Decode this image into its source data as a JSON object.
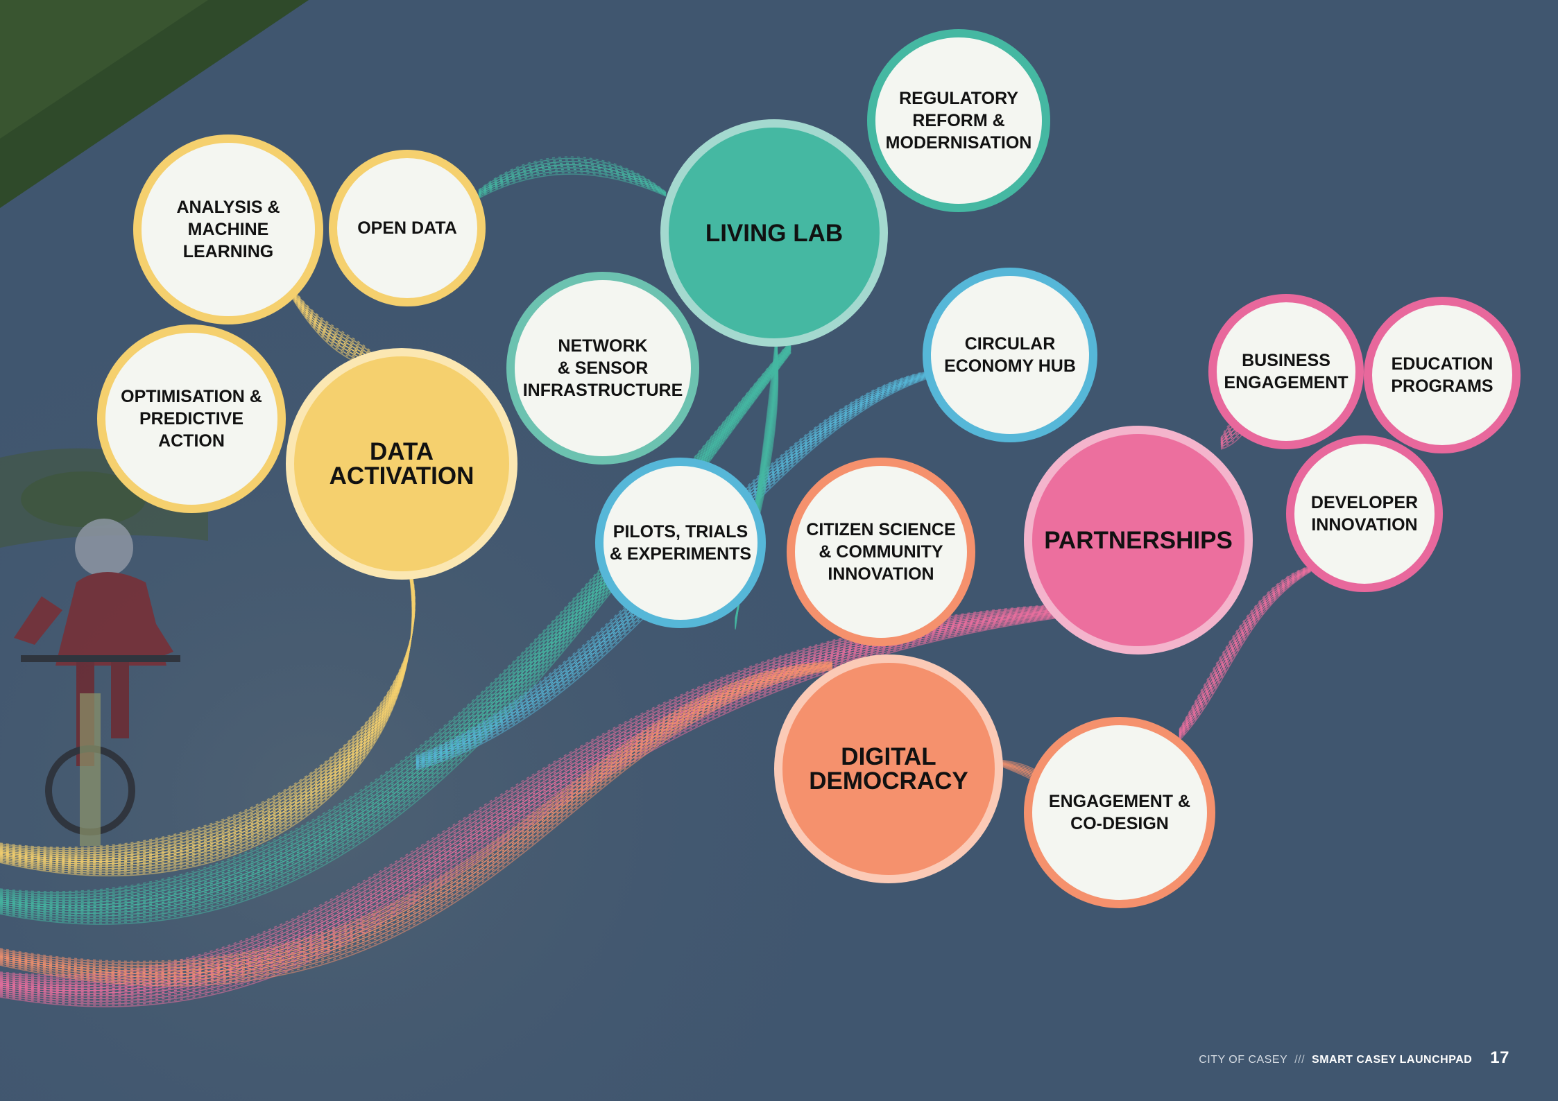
{
  "colors": {
    "background": "#40566f",
    "data_activation": "#f5d06e",
    "living_lab": "#45b8a2",
    "partnerships": "#ec6f9e",
    "digital_democracy": "#f5916d",
    "blue_accent": "#56b7d8",
    "sub_fill": "#f4f6f1"
  },
  "hubs": {
    "data_activation": "DATA\nACTIVATION",
    "living_lab": "LIVING LAB",
    "partnerships": "PARTNERSHIPS",
    "digital_democracy": "DIGITAL\nDEMOCRACY"
  },
  "nodes": {
    "analysis_ml": "ANALYSIS &\nMACHINE\nLEARNING",
    "open_data": "OPEN DATA",
    "optimisation": "OPTIMISATION &\nPREDICTIVE\nACTION",
    "network_sensor": "NETWORK\n& SENSOR\nINFRASTRUCTURE",
    "regulatory": "REGULATORY\nREFORM &\nMODERNISATION",
    "pilots": "PILOTS, TRIALS\n& EXPERIMENTS",
    "circular": "CIRCULAR\nECONOMY HUB",
    "citizen": "CITIZEN SCIENCE\n& COMMUNITY\nINNOVATION",
    "business": "BUSINESS\nENGAGEMENT",
    "education": "EDUCATION\nPROGRAMS",
    "developer": "DEVELOPER\nINNOVATION",
    "engagement": "ENGAGEMENT &\nCO-DESIGN"
  },
  "footer": {
    "brand": "CITY OF CASEY",
    "separator": "///",
    "title": "SMART CASEY LAUNCHPAD",
    "page": "17"
  }
}
